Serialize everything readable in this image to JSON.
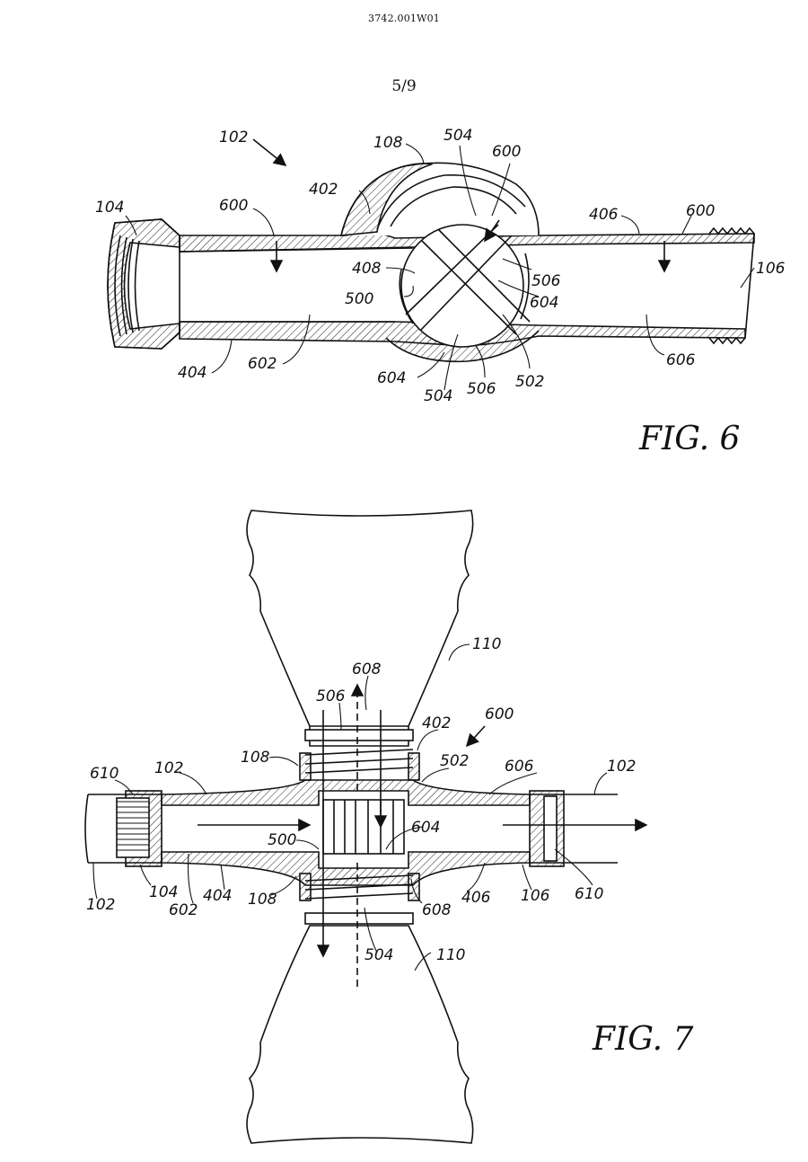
{
  "header": {
    "doc_id": "3742.001W01",
    "page": "5/9"
  },
  "figures": {
    "fig6": {
      "caption": "FIG. 6",
      "refs": [
        "102",
        "104",
        "108",
        "504",
        "600",
        "402",
        "406",
        "600",
        "600",
        "106",
        "408",
        "506",
        "500",
        "604",
        "404",
        "602",
        "604",
        "504",
        "506",
        "502",
        "606"
      ]
    },
    "fig7": {
      "caption": "FIG. 7",
      "refs": [
        "110",
        "608",
        "506",
        "402",
        "600",
        "108",
        "502",
        "606",
        "102",
        "610",
        "102",
        "604",
        "500",
        "102",
        "104",
        "602",
        "404",
        "108",
        "608",
        "406",
        "106",
        "610",
        "504",
        "110"
      ]
    }
  }
}
